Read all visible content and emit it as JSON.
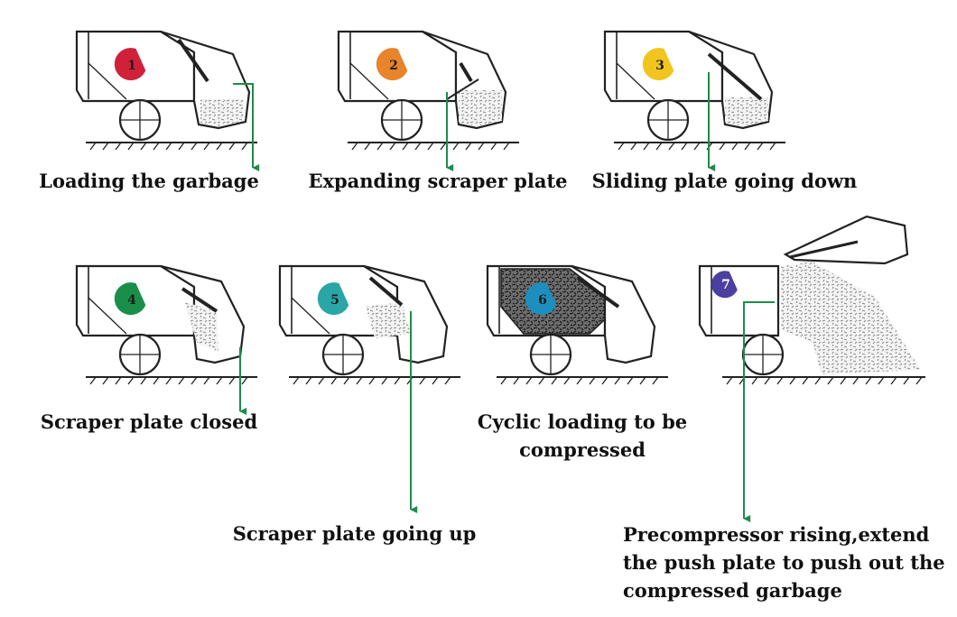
{
  "colors": {
    "arrow": "#1f8a4c",
    "outline": "#222222",
    "debris": "#9a9a9a"
  },
  "steps": [
    {
      "number": "1",
      "color": "#d0213b",
      "caption": "Loading the garbage"
    },
    {
      "number": "2",
      "color": "#e8842a",
      "caption": "Expanding scraper plate"
    },
    {
      "number": "3",
      "color": "#f1c51d",
      "caption": "Sliding plate going down"
    },
    {
      "number": "4",
      "color": "#1a8f4a",
      "caption": "Scraper plate closed"
    },
    {
      "number": "5",
      "color": "#2aa6a6",
      "caption": "Scraper plate going up"
    },
    {
      "number": "6",
      "color": "#1c8fbf",
      "caption": "Cyclic loading to be compressed"
    },
    {
      "number": "7",
      "color": "#4b3fa0",
      "caption": "Precompressor rising,extend the push plate to push out the compressed garbage"
    }
  ],
  "caption_lines": {
    "step6": [
      "Cyclic loading to be",
      "compressed"
    ],
    "step7": [
      "Precompressor rising,extend",
      "the push plate to push out the",
      "compressed garbage"
    ]
  }
}
